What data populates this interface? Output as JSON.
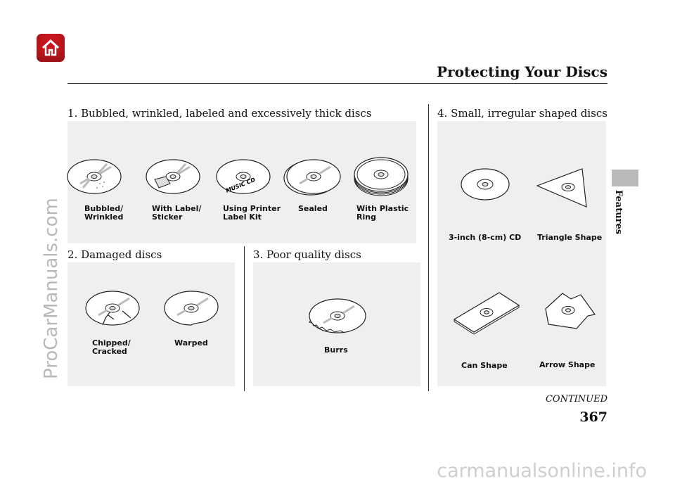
{
  "header": {
    "title": "Protecting Your Discs",
    "home_icon": "home-icon"
  },
  "sections": {
    "s1": {
      "title": "1. Bubbled, wrinkled, labeled and excessively thick discs",
      "items": [
        "Bubbled/\nWrinkled",
        "With Label/\nSticker",
        "Using Printer\nLabel Kit",
        "Sealed",
        "With Plastic\nRing"
      ],
      "disc_text": "MUSIC CD"
    },
    "s2": {
      "title": "2. Damaged discs",
      "items": [
        "Chipped/\nCracked",
        "Warped"
      ]
    },
    "s3": {
      "title": "3. Poor quality discs",
      "items": [
        "Burrs"
      ]
    },
    "s4": {
      "title": "4. Small, irregular shaped discs",
      "items": [
        "3-inch (8-cm) CD",
        "Triangle Shape",
        "Can Shape",
        "Arrow Shape"
      ]
    }
  },
  "side_tab": {
    "label": "Features"
  },
  "footer": {
    "continued": "CONTINUED",
    "page_number": "367"
  },
  "watermarks": {
    "left": "ProCarManuals.com",
    "bottom": "carmanualsonline.info"
  },
  "colors": {
    "home_red": "#c8171e",
    "panel_gray": "#efefef",
    "tab_gray": "#b9b9b9"
  }
}
